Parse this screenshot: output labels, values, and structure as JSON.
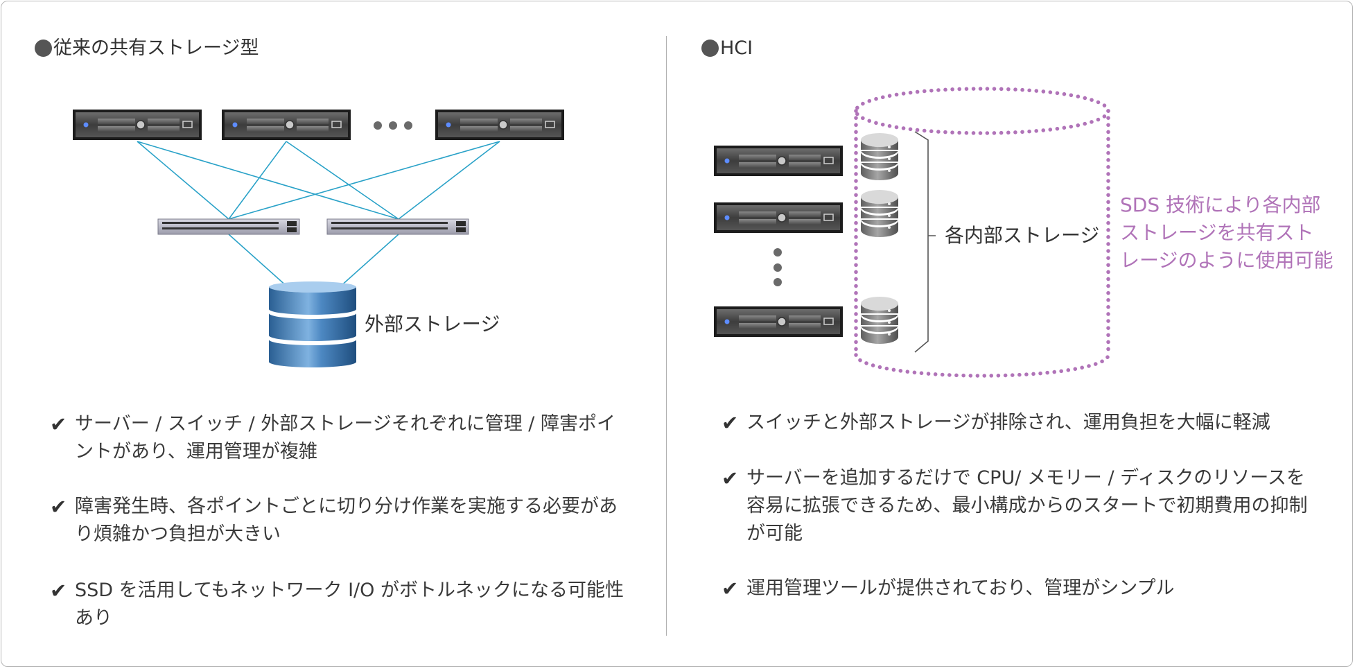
{
  "left": {
    "heading": "従来の共有ストレージ型",
    "external_storage_label": "外部ストレージ",
    "bullets": [
      "サーバー / スイッチ / 外部ストレージそれぞれに管理 / 障害ポイントがあり、運用管理が複雑",
      "障害発生時、各ポイントごとに切り分け作業を実施する必要があり煩雑かつ負担が大きい",
      "SSD を活用してもネットワーク I/O がボトルネックになる可能性あり"
    ]
  },
  "right": {
    "heading": "HCI",
    "internal_storage_label": "各内部ストレージ",
    "sds_note": [
      "SDS 技術により各内部",
      "ストレージを共有スト",
      "レージのように使用可能"
    ],
    "bullets": [
      "スイッチと外部ストレージが排除され、運用負担を大幅に軽減",
      "サーバーを追加するだけで CPU/ メモリー / ディスクのリソースを容易に拡張できるため、最小構成からのスタートで初期費用の抑制が可能",
      "運用管理ツールが提供されており、管理がシンプル"
    ]
  },
  "icons": {
    "bullet": "check-icon",
    "server": "rack-server-icon",
    "switch": "network-switch-icon",
    "storage": "storage-cylinder-icon",
    "disk": "disk-stack-icon",
    "ellipsis": "ellipsis-icon"
  },
  "colors": {
    "accent_pink": "#b073b8",
    "link_line": "#2aa2c8",
    "storage_blue": "#2f6aa3"
  }
}
